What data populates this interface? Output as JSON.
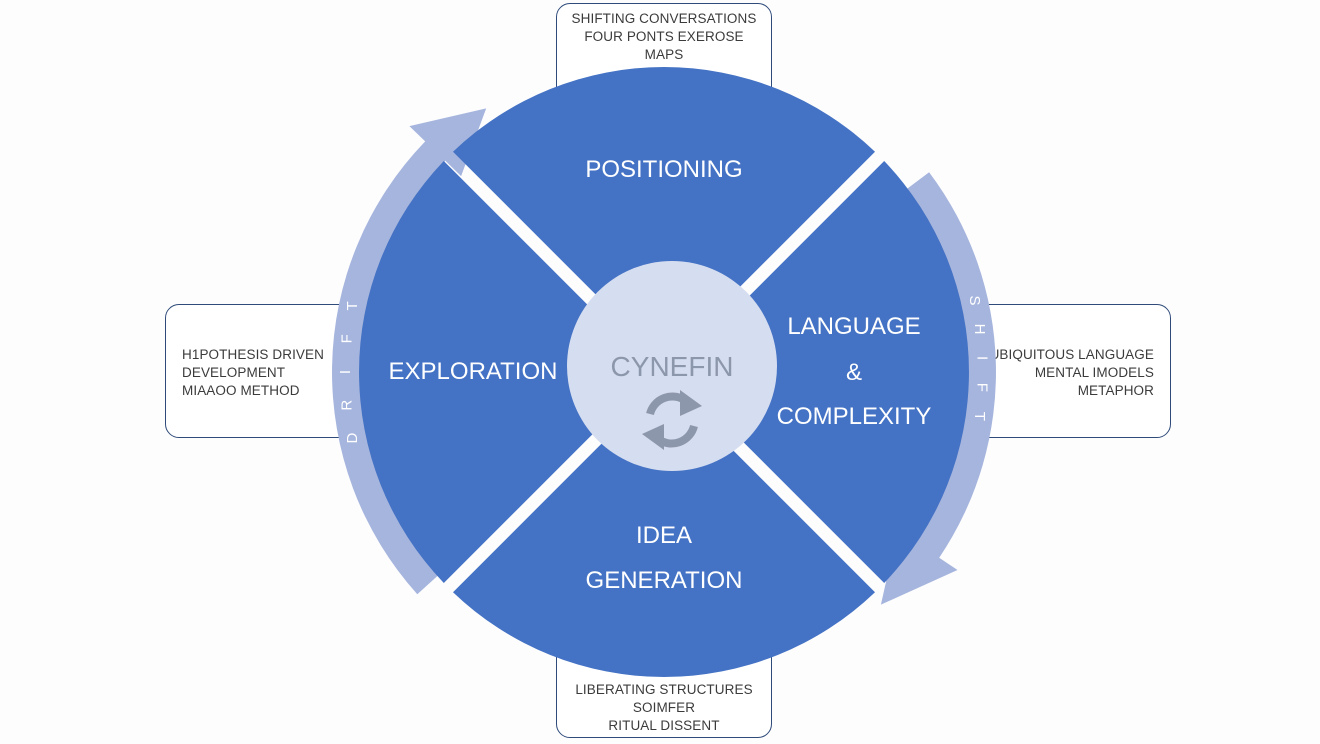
{
  "colors": {
    "segment": "#4472c4",
    "hub": "#d5ddf0",
    "arrow": "#a6b5dd",
    "box_border": "#2f4b7a"
  },
  "center": {
    "label": "CYNEFIN",
    "icon": "refresh-cycle-icon"
  },
  "segments": {
    "top": {
      "lines": [
        "POSITIONING"
      ]
    },
    "right": {
      "lines": [
        "LANGUAGE",
        "&",
        "COMPLEXITY"
      ]
    },
    "bottom": {
      "lines": [
        "IDEA",
        "GENERATION"
      ]
    },
    "left": {
      "lines": [
        "EXPLORATION"
      ]
    }
  },
  "arrows": {
    "left": {
      "label": "DRIFT"
    },
    "right": {
      "label": "SHIFT"
    }
  },
  "boxes": {
    "top": {
      "lines": [
        "SHIFTING CONVERSATIONS",
        "FOUR PONTS EXEROSE",
        "MAPS"
      ]
    },
    "left": {
      "lines": [
        "H1POTHESIS DRIVEN",
        "DEVELOPMENT",
        "MIAAOO METHOD"
      ]
    },
    "right": {
      "lines": [
        "UBIQUITOUS LANGUAGE",
        "MENTAL IMODELS",
        "METAPHOR"
      ]
    },
    "bottom": {
      "lines": [
        "LIBERATING STRUCTURES",
        "SOIMFER",
        "RITUAL DISSENT"
      ]
    }
  }
}
